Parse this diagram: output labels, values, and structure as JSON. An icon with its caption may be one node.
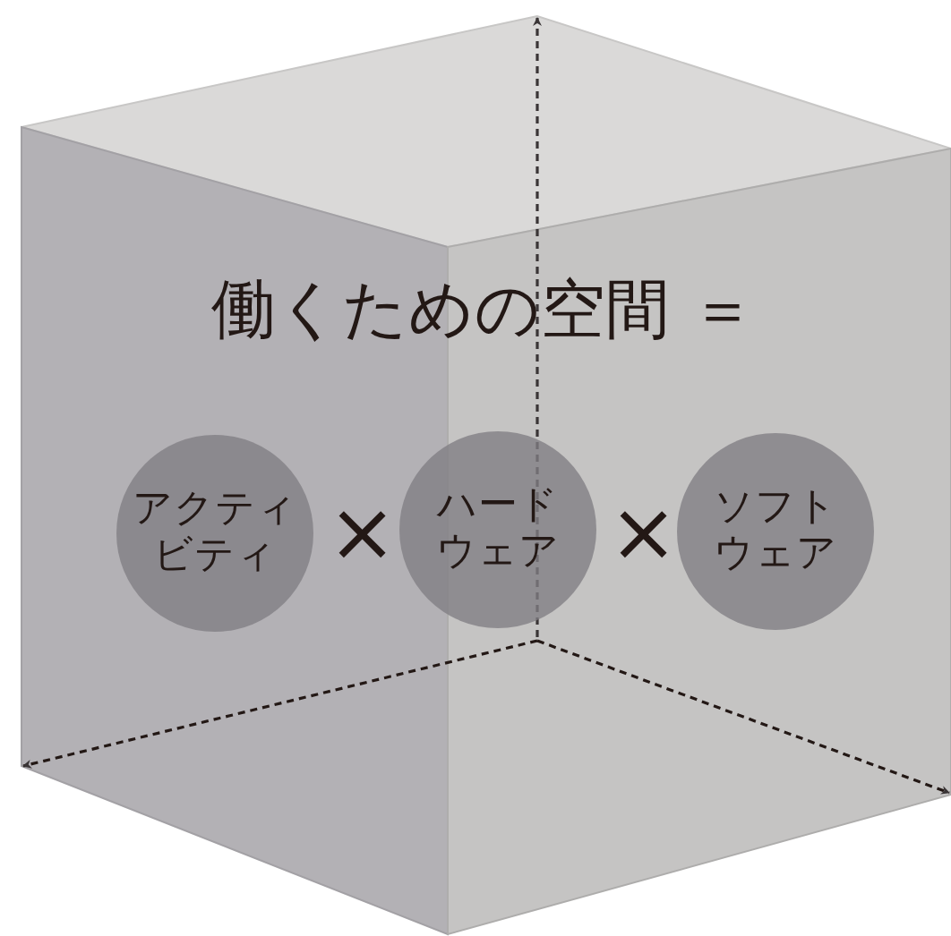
{
  "diagram": {
    "nodes": [
      {
        "text": [
          "アクティビティ"
        ]
      },
      {
        "text": [
          "ハードウェア"
        ]
      },
      {
        "text": [
          "ソフトウェア"
        ]
      }
    ],
    "labels": [
      "働くための空間 ＝",
      "×",
      "×"
    ]
  }
}
